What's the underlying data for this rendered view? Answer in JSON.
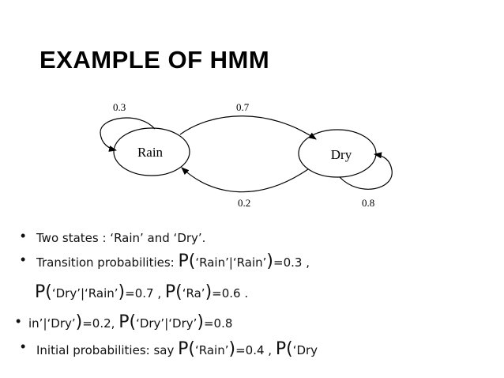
{
  "slide": {
    "title": "EXAMPLE OF HMM"
  },
  "diagram": {
    "states": [
      {
        "name": "Rain"
      },
      {
        "name": "Dry"
      }
    ],
    "probs": {
      "rain_self": "0.3",
      "rain_to_dry": "0.7",
      "dry_to_rain": "0.2",
      "dry_self": "0.8"
    }
  },
  "bullets": {
    "b1": "Two states : ‘Rain’ and ‘Dry’.",
    "b2_a": "Transition probabilities: ",
    "b2_p": "P(",
    "b2_b": "‘Rain’|‘Rain’",
    "b2_c": ")",
    "b2_d": "=0.3 ,",
    "b3_p1": "P(",
    "b3_a": "‘Dry’|‘Rain’",
    "b3_c1": ")",
    "b3_b": "=0.7 , ",
    "b3_p2": "P(",
    "b3_d": "‘Ra’",
    "b3_c2": ")",
    "b3_e": "=0.6 .",
    "b4_a": "in’|‘Dry’",
    "b4_c1": ")",
    "b4_b": "=0.2, ",
    "b4_p": "P(",
    "b4_d": "‘Dry’|‘Dry’",
    "b4_c2": ")",
    "b4_e": "=0.8",
    "b5_a": "Initial probabilities: say ",
    "b5_p1": "P(",
    "b5_b": "‘Rain’",
    "b5_c1": ")",
    "b5_d": "=0.4 , ",
    "b5_p2": "P(",
    "b5_e": "‘Dry"
  }
}
